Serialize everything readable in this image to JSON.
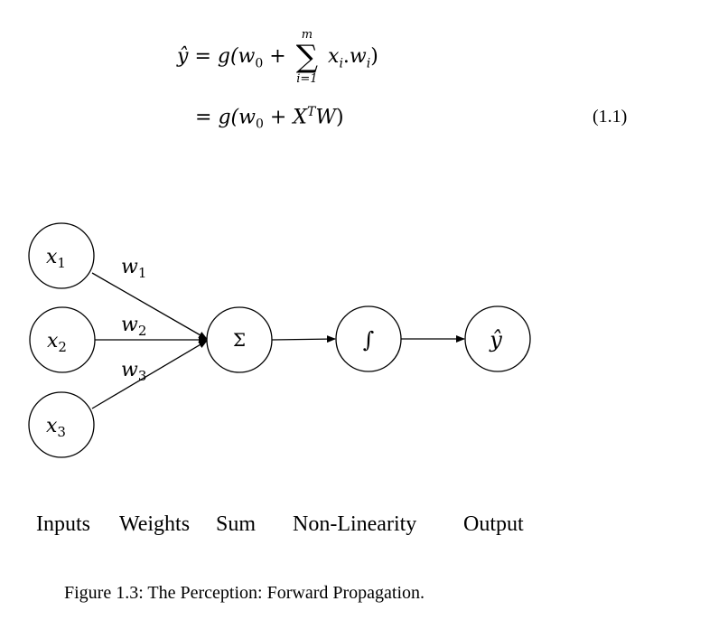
{
  "equation": {
    "line1": {
      "lhs": "ŷ",
      "eq": "=",
      "before_sum": "g(w",
      "w_sub": "0",
      "plus": "+",
      "sum_upper": "m",
      "sum_symbol": "∑",
      "sum_lower": "i=1",
      "term_x": "x",
      "x_sub": "i",
      "dot": ".",
      "term_w": "w",
      "w_i_sub": "i",
      "close": ")"
    },
    "line2": {
      "eq": "=",
      "before": "g(w",
      "w_sub": "0",
      "plus": "+",
      "X": "X",
      "X_sup": "T",
      "W": "W",
      "close": ")"
    },
    "number": "(1.1)"
  },
  "diagram": {
    "nodes": {
      "x1": {
        "base": "x",
        "sub": "1"
      },
      "x2": {
        "base": "x",
        "sub": "2"
      },
      "x3": {
        "base": "x",
        "sub": "3"
      },
      "sum": {
        "symbol": "Σ"
      },
      "nonlinearity": {
        "symbol": "∫"
      },
      "output": {
        "symbol": "ŷ"
      }
    },
    "weights": {
      "w1": {
        "base": "w",
        "sub": "1"
      },
      "w2": {
        "base": "w",
        "sub": "2"
      },
      "w3": {
        "base": "w",
        "sub": "3"
      }
    }
  },
  "stage_labels": {
    "inputs": "Inputs",
    "weights": "Weights",
    "sum": "Sum",
    "nonlinearity": "Non-Linearity",
    "output": "Output"
  },
  "caption": "Figure 1.3: The Perception: Forward Propagation."
}
